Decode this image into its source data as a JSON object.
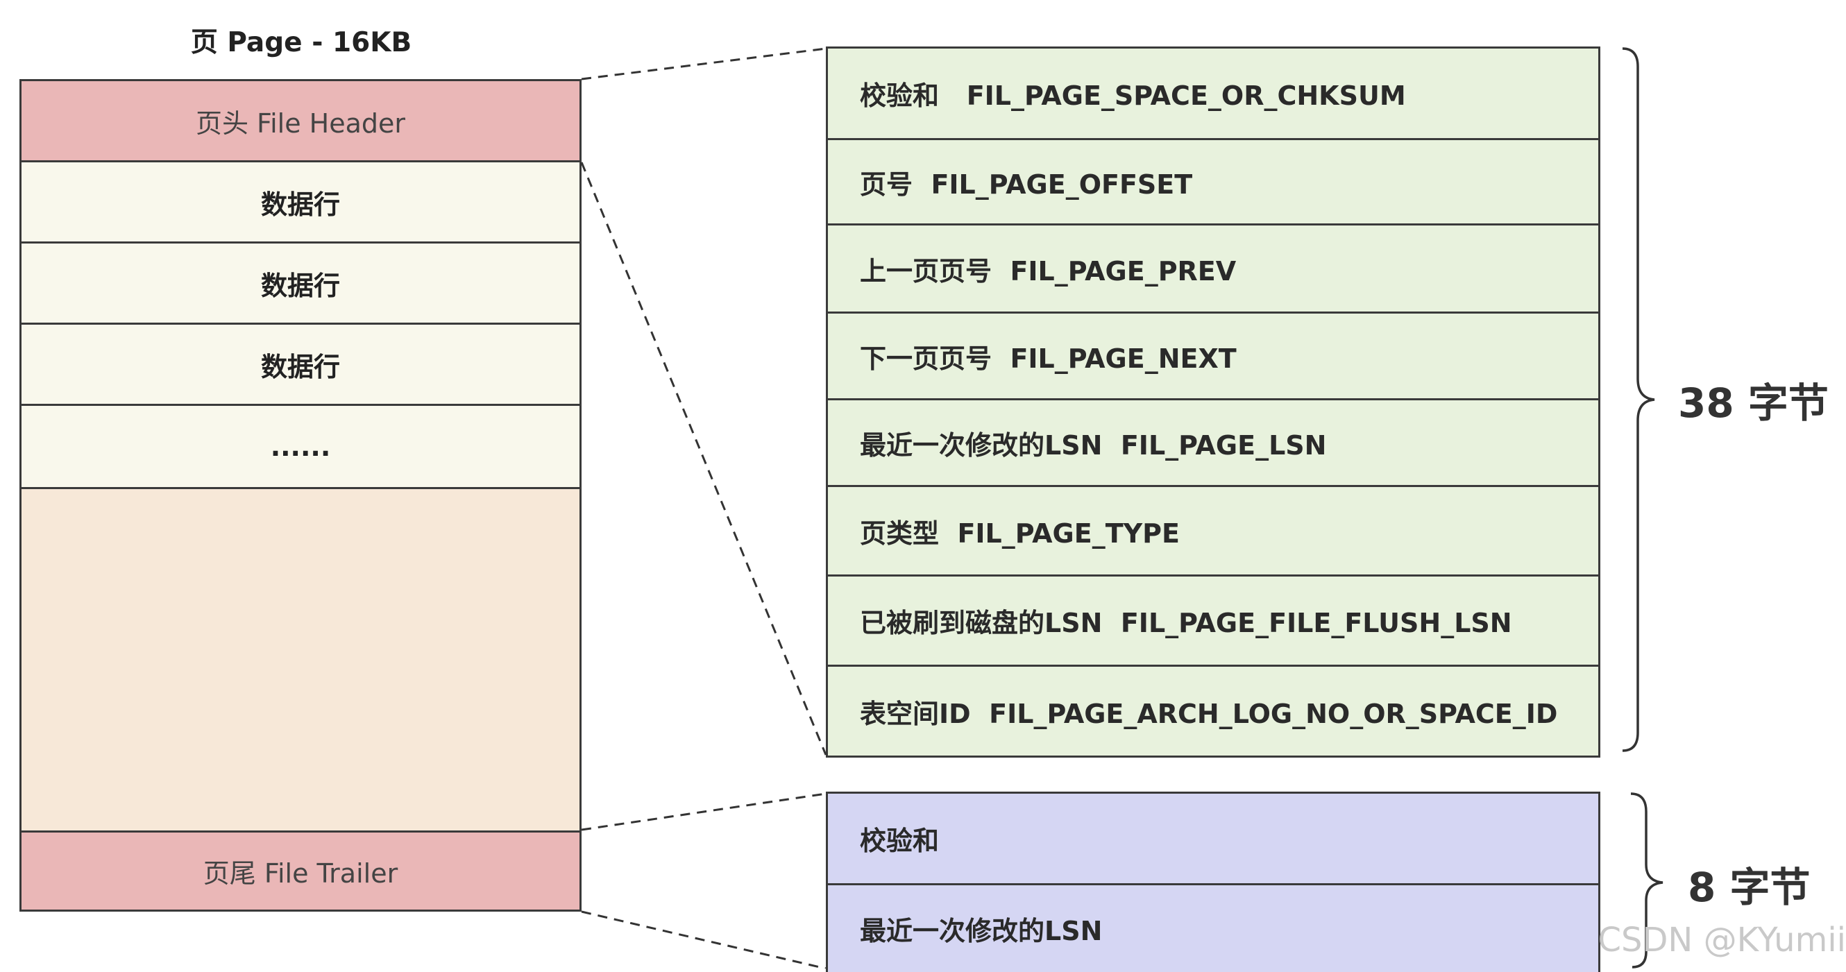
{
  "page": {
    "title": "页 Page - 16KB",
    "header_label": "页头 File Header",
    "data_rows": [
      "数据行",
      "数据行",
      "数据行",
      "......"
    ],
    "trailer_label": "页尾 File Trailer"
  },
  "file_header": {
    "fields": [
      "校验和   FIL_PAGE_SPACE_OR_CHKSUM",
      "页号  FIL_PAGE_OFFSET",
      "上一页页号  FIL_PAGE_PREV",
      "下一页页号  FIL_PAGE_NEXT",
      "最近一次修改的LSN  FIL_PAGE_LSN",
      "页类型  FIL_PAGE_TYPE",
      "已被刷到磁盘的LSN  FIL_PAGE_FILE_FLUSH_LSN",
      "表空间ID  FIL_PAGE_ARCH_LOG_NO_OR_SPACE_ID"
    ],
    "size_label": "38 字节"
  },
  "file_trailer": {
    "fields": [
      "校验和",
      "最近一次修改的LSN"
    ],
    "size_label": "8 字节"
  },
  "watermark": "CSDN @KYumii",
  "colors": {
    "header_trailer_fill": "#eab7b7",
    "data_row_fill": "#f9f8ec",
    "free_space_fill": "#f7e8d8",
    "header_fields_fill": "#e8f2dd",
    "trailer_fields_fill": "#d5d6f3",
    "border": "#3a3a3a"
  }
}
